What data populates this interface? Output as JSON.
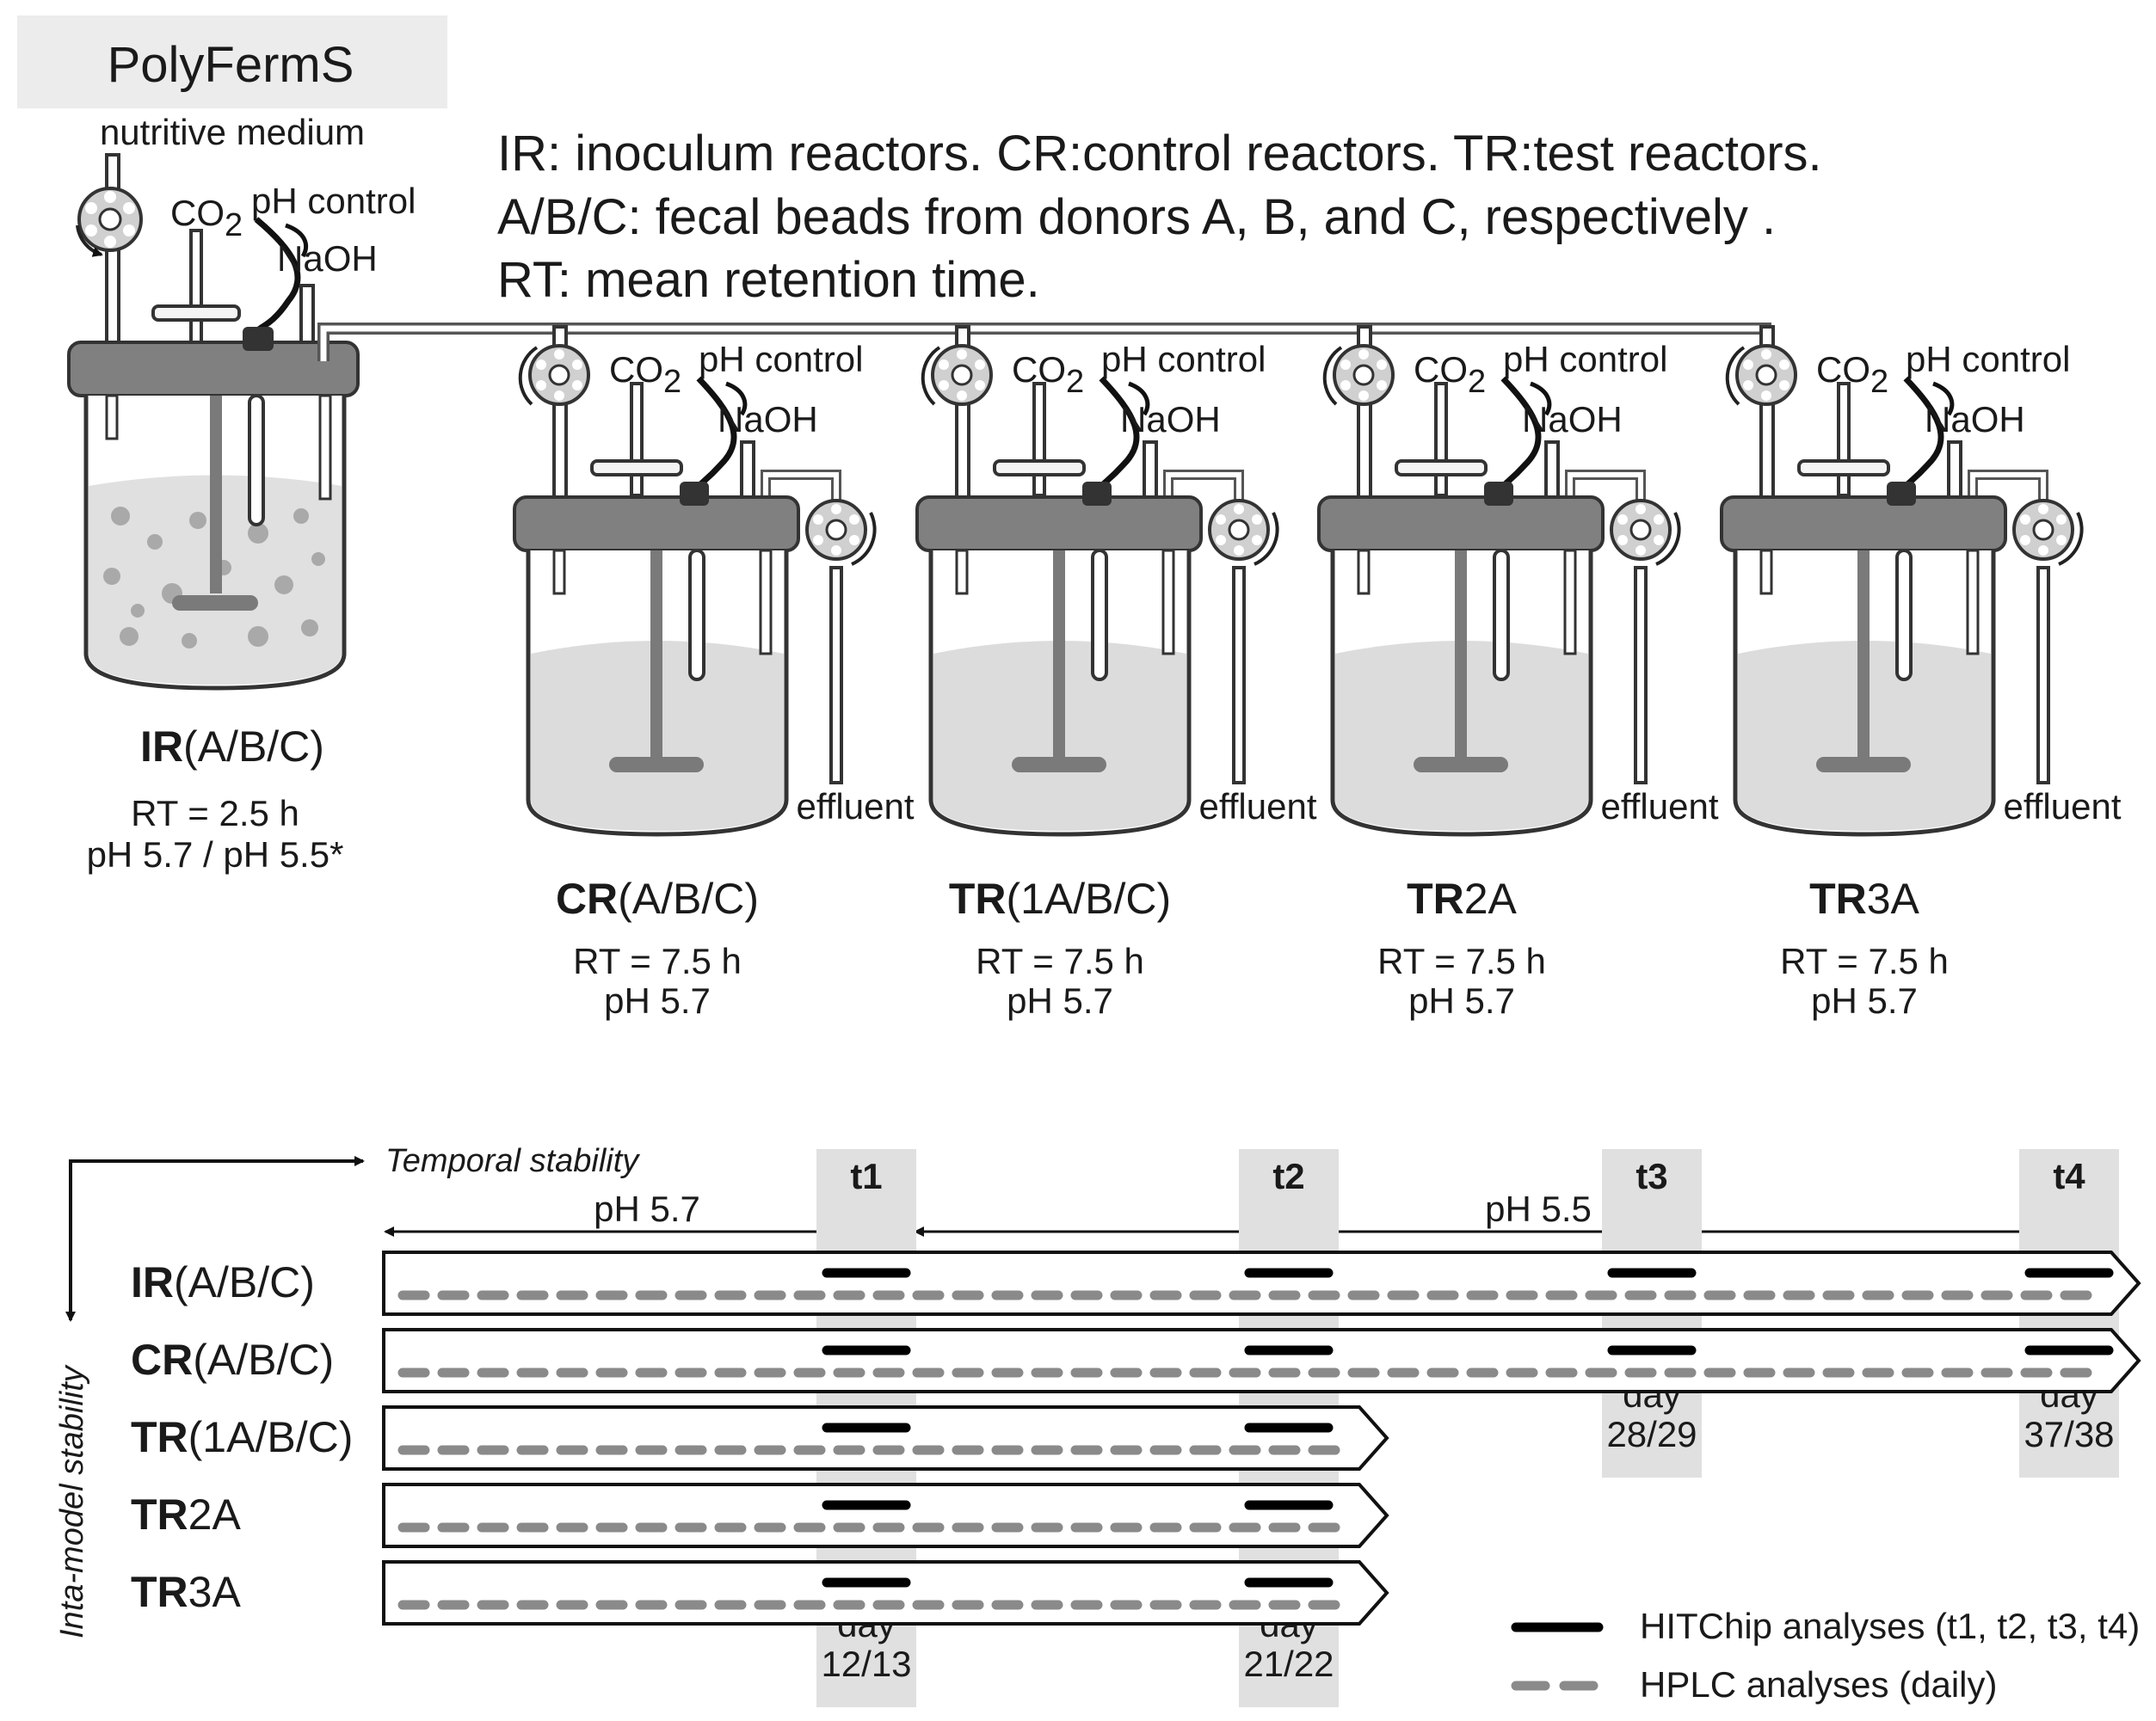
{
  "title": "PolyFermS",
  "legend_lines": [
    "IR: inoculum reactors.   CR:control reactors.  TR:test reactors.",
    "A/B/C:   fecal beads from donors A, B, and C, respectively .",
    "RT: mean retention time."
  ],
  "labels": {
    "nutritive_medium": "nutritive medium",
    "co2": "CO",
    "co2_sub": "2",
    "ph_control": "pH control",
    "naoh": "NaOH",
    "effluent": "effluent"
  },
  "inoculum_reactor": {
    "name_bold": "IR",
    "name_rest": "(A/B/C)",
    "rt": "RT = 2.5 h",
    "ph": "pH 5.7 / pH 5.5*"
  },
  "reactors": [
    {
      "name_bold": "CR",
      "name_rest": "(A/B/C)",
      "rt": "RT = 7.5 h",
      "ph": "pH 5.7"
    },
    {
      "name_bold": "TR",
      "name_rest": "(1A/B/C)",
      "rt": "RT = 7.5 h",
      "ph": "pH 5.7"
    },
    {
      "name_bold": "TR",
      "name_rest": "2A",
      "rt": "RT = 7.5 h",
      "ph": "pH 5.7"
    },
    {
      "name_bold": "TR",
      "name_rest": "3A",
      "rt": "RT = 7.5 h",
      "ph": "pH 5.7"
    }
  ],
  "timeline": {
    "x_axis_label": "Temporal stability",
    "y_axis_label": "Inta-model stability",
    "phases": [
      "pH 5.7",
      "pH 5.5"
    ],
    "timepoints": [
      {
        "label": "t1",
        "day_word": "day",
        "day_value": "12/13"
      },
      {
        "label": "t2",
        "day_word": "day",
        "day_value": "21/22"
      },
      {
        "label": "t3",
        "day_word": "day",
        "day_value": "28/29"
      },
      {
        "label": "t4",
        "day_word": "day",
        "day_value": "37/38"
      }
    ],
    "rows": [
      {
        "name_bold": "IR",
        "name_rest": "(A/B/C)",
        "span": "full",
        "samples": [
          "t1",
          "t2",
          "t3",
          "t4"
        ]
      },
      {
        "name_bold": "CR",
        "name_rest": "(A/B/C)",
        "span": "full",
        "samples": [
          "t1",
          "t2",
          "t3",
          "t4"
        ]
      },
      {
        "name_bold": "TR",
        "name_rest": "(1A/B/C)",
        "span": "short",
        "samples": [
          "t1",
          "t2"
        ]
      },
      {
        "name_bold": "TR",
        "name_rest": "2A",
        "span": "short",
        "samples": [
          "t1",
          "t2"
        ]
      },
      {
        "name_bold": "TR",
        "name_rest": "3A",
        "span": "short",
        "samples": [
          "t1",
          "t2"
        ]
      }
    ],
    "legend": [
      {
        "style": "solid",
        "text": "HITChip analyses (t1, t2, t3, t4)",
        "color": "#000000"
      },
      {
        "style": "dashed",
        "text": "HPLC analyses (daily)",
        "color": "#8a8a8a"
      }
    ]
  }
}
